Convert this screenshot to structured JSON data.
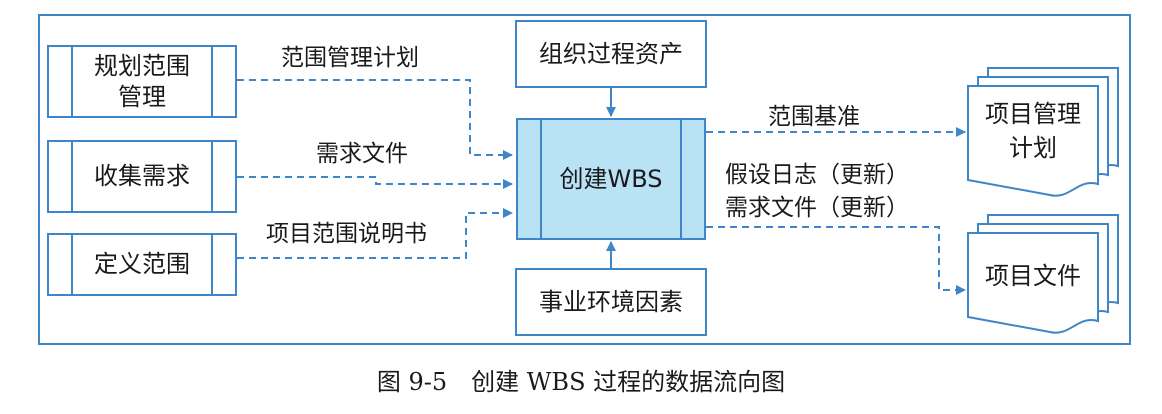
{
  "diagram": {
    "inputs": {
      "plan_scope": "规划范围\n管理",
      "collect_requirements": "收集需求",
      "define_scope": "定义范围"
    },
    "top_input": "组织过程资产",
    "bottom_input": "事业环境因素",
    "process": "创建WBS",
    "input_labels": {
      "scope_plan": "范围管理计划",
      "requirements_doc": "需求文件",
      "scope_statement": "项目范围说明书"
    },
    "output_labels": {
      "scope_baseline": "范围基准",
      "assumption_log": "假设日志（更新）",
      "requirements_update": "需求文件（更新）"
    },
    "outputs": {
      "project_plan_line1": "项目管理",
      "project_plan_line2": "计划",
      "project_docs": "项目文件"
    }
  },
  "caption": "图 9-5　创建 WBS 过程的数据流向图",
  "colors": {
    "border": "#3f86c8",
    "process_fill": "#b9e3f5"
  }
}
